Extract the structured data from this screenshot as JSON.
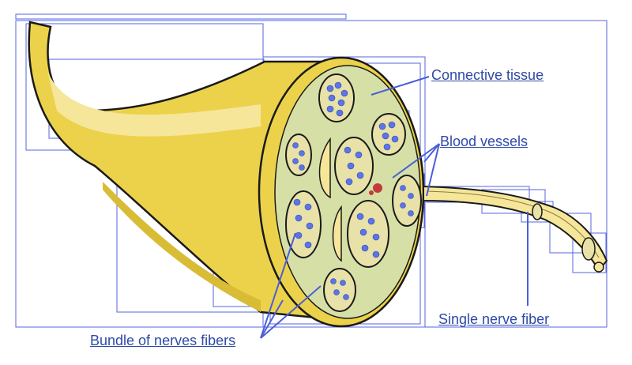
{
  "labels": {
    "connective_tissue": "Connective tissue",
    "blood_vessels": "Blood vessels",
    "single_nerve_fiber": "Single nerve fiber",
    "bundle_of_nerve_fibers": "Bundle of nerves fibers"
  },
  "colors": {
    "label_text": "#2d4aa8",
    "guide_lines": "#5566e0",
    "nerve_yellow": "#ecd24a",
    "nerve_light": "#f5e69a",
    "connective_green": "#d6e0a6",
    "fascicle_fill": "#e8e2a8",
    "fiber_blue": "#5d74e6",
    "blood_red": "#c43a3a",
    "outline": "#1a1a1a"
  }
}
